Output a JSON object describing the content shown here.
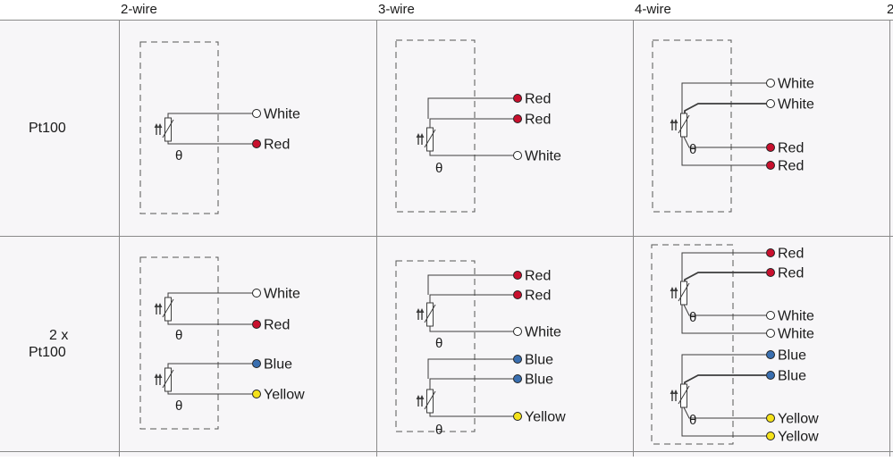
{
  "headers": [
    "2-wire",
    "3-wire",
    "4-wire",
    "2"
  ],
  "rows": [
    {
      "label_lines": [
        "Pt100"
      ]
    },
    {
      "label_lines": [
        "2 x",
        "Pt100"
      ]
    }
  ],
  "theta": "θ",
  "colors": {
    "White": "#ffffff",
    "Red": "#c8102e",
    "Blue": "#3a6fb0",
    "Yellow": "#f5e21a",
    "cell_bg": "#f7f6f8",
    "grid": "#8a8a8a"
  },
  "cells": [
    [
      {
        "terminals": [
          "White",
          "Red"
        ]
      },
      {
        "terminals": [
          "Red",
          "Red",
          "White"
        ]
      },
      {
        "terminals": [
          "White",
          "White",
          "Red",
          "Red"
        ]
      }
    ],
    [
      {
        "terminals": [
          "White",
          "Red",
          "Blue",
          "Yellow"
        ]
      },
      {
        "terminals": [
          "Red",
          "Red",
          "White",
          "Blue",
          "Blue",
          "Yellow"
        ]
      },
      {
        "terminals": [
          "Red",
          "Red",
          "White",
          "White",
          "Blue",
          "Blue",
          "Yellow",
          "Yellow"
        ]
      }
    ]
  ]
}
